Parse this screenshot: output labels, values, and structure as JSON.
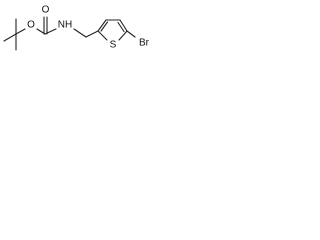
{
  "molecule": {
    "atoms": {
      "carbonyl_oxygen": "O",
      "ester_oxygen": "O",
      "amide_nitrogen": "NH",
      "ring_sulfur": "S",
      "bromine": "Br"
    }
  }
}
